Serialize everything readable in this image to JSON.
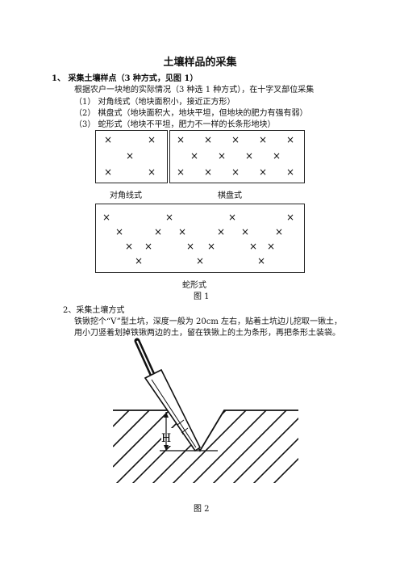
{
  "title": "土壤样品的采集",
  "section1": {
    "heading": "1、 采集土壤样点（3 种方式，见图 1）",
    "intro": "根据农户一块地的实际情况（3 种选 1 种方式），在十字叉部位采集",
    "items": [
      "（1） 对角线式（地块面积小，接近正方形）",
      "（2） 棋盘式（地块面积大，地块平坦，但地块的肥力有强有弱）",
      "（3） 蛇形式（地块不平坦，肥力不一样的长条形地块）"
    ]
  },
  "figure1": {
    "mark": "×",
    "label_diagonal": "对角线式",
    "label_checkerboard": "棋盘式",
    "label_snake": "蛇形式",
    "caption": "图 1"
  },
  "section2": {
    "heading": "2、采集土壤方式",
    "line1": "铁锹挖个“V”型土坑，深度一般为 20cm 左右，贴着土坑边儿挖取一锹土，",
    "line2": "用小刀竖着划掉铁锹两边的土，留在铁锹上的土为条形，再把条形土装袋。"
  },
  "figure2": {
    "depth_label": "H",
    "caption": "图 2"
  }
}
